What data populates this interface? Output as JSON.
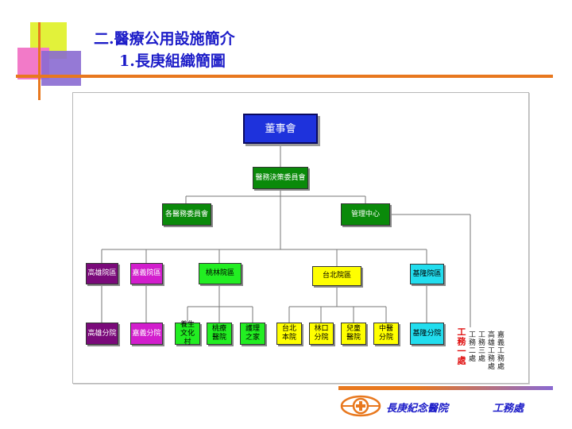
{
  "slide": {
    "title_line1": "二.醫療公用設施簡介",
    "title_line2": "1.長庚組織簡圖"
  },
  "colors": {
    "title_blue": "#1c1cc8",
    "board_blue": "#1e32dc",
    "committee_green": "#0a8a0a",
    "kaohsiung_purple": "#7a0a7a",
    "chiayi_magenta": "#d21ecd",
    "linkou_lime": "#22ee22",
    "taipei_yellow": "#ffff00",
    "keelung_cyan": "#22ddee",
    "accent_orange": "#e8781e",
    "accent_purple": "#8a6ad2"
  },
  "org_chart": {
    "board": "董事會",
    "policy_committee": "醫務決策委員會",
    "medical_committee": "各醫務委員會",
    "management_center": "管理中心",
    "districts": {
      "kaohsiung": "高雄院區",
      "chiayi": "嘉義院區",
      "linkou": "桃林院區",
      "taipei": "台北院區",
      "keelung": "基隆院區"
    },
    "branches": {
      "kaohsiung": "高雄分院",
      "chiayi": "嘉義分院",
      "linkou_1": "養生 文化村",
      "linkou_2": "桃療 醫院",
      "linkou_3": "護理 之家",
      "taipei_1": "台北 本院",
      "taipei_2": "林口 分院",
      "taipei_3": "兒童 醫院",
      "taipei_4": "中醫 分院",
      "keelung": "基隆分院"
    },
    "works_departments": {
      "dept1": "工務一處",
      "dept2": "工務二處",
      "dept3": "工務三處",
      "dept4": "高雄工務處",
      "dept5": "嘉義工務處"
    }
  },
  "footer": {
    "hospital_name": "長庚紀念醫院",
    "department": "工務處"
  }
}
